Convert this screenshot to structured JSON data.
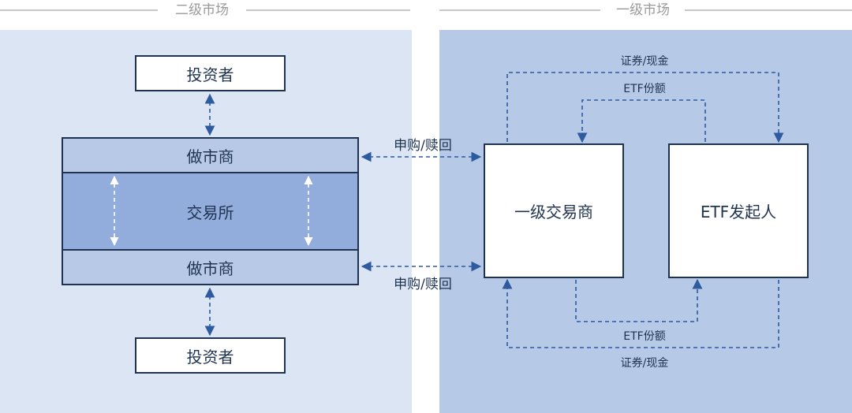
{
  "headers": {
    "secondary": "二级市场",
    "primary": "一级市场"
  },
  "left": {
    "investor_top": "投资者",
    "market_maker_top": "做市商",
    "exchange": "交易所",
    "market_maker_bottom": "做市商",
    "investor_bottom": "投资者"
  },
  "right": {
    "dealer": "一级交易商",
    "sponsor": "ETF发起人",
    "flow_top_outer": "证券/现金",
    "flow_top_inner": "ETF份额",
    "flow_bottom_inner": "ETF份额",
    "flow_bottom_outer": "证券/现金"
  },
  "links": {
    "upper": "申购/赎回",
    "lower": "申购/赎回"
  },
  "colors": {
    "left_bg": "#dce5f3",
    "right_bg": "#b6c9e6",
    "market_maker_fill": "#b7c9e7",
    "exchange_fill": "#92addb",
    "arrow_blue": "#2e5aa0",
    "border_dark": "#1f3350"
  }
}
